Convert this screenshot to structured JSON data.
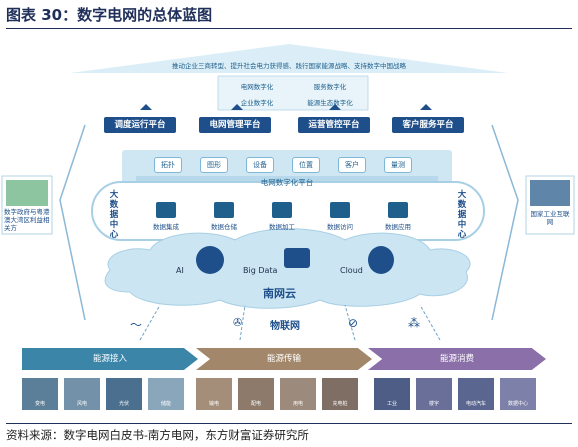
{
  "title": "图表 30：数字电网的总体蓝图",
  "roof": {
    "text": "推动企业三商转型、提升社会电力获得感、践行国家能源战略、支持数字中国战略"
  },
  "goals": {
    "left": [
      "电网数字化",
      "企业数字化"
    ],
    "right": [
      "服务数字化",
      "能源生态数字化"
    ]
  },
  "platforms": [
    "调度运行平台",
    "电网管理平台",
    "运营管控平台",
    "客户服务平台"
  ],
  "digital_platform": {
    "tags": [
      "拓扑",
      "图形",
      "设备",
      "位置",
      "客户",
      "量测"
    ],
    "label": "电网数字化平台"
  },
  "big_data_center": {
    "left_label": "大数据中心",
    "right_label": "大数据中心",
    "items": [
      "数据集成",
      "数据仓储",
      "数据加工",
      "数据访问",
      "数据应用"
    ]
  },
  "cloud": {
    "labels": [
      "AI",
      "Big Data",
      "Cloud"
    ],
    "name": "南网云"
  },
  "iot": {
    "label": "物联网"
  },
  "side_left": {
    "text": "数字政府与粤港澳大湾区利益相关方"
  },
  "side_right": {
    "text": "国家工业互联网"
  },
  "bottom_bands": [
    "能源接入",
    "能源传输",
    "能源消费"
  ],
  "thumbs": [
    "变电",
    "风电",
    "光伏",
    "储能",
    "输电",
    "配电",
    "用电",
    "充电桩",
    "工业",
    "楼宇",
    "电动汽车",
    "数据中心"
  ],
  "colors": {
    "navy": "#1e4f8a",
    "band_blue": "#3a85a8",
    "band_tan": "#a3876a",
    "band_purple": "#8a6fa8"
  },
  "source": "资料来源：数字电网白皮书-南方电网，东方财富证券研究所"
}
